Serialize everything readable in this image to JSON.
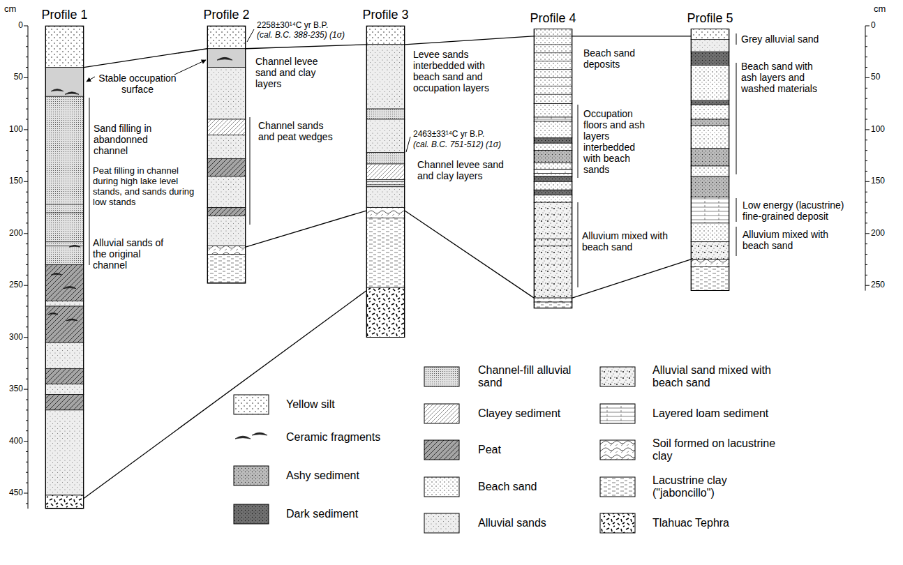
{
  "diagram": {
    "nodes": [
      {
        "text": [
          "Profile 1"
        ]
      },
      {
        "text": [
          "Profile 2"
        ]
      },
      {
        "text": [
          "Profile 3"
        ]
      },
      {
        "text": [
          "Profile 4"
        ]
      },
      {
        "text": [
          "Profile 5"
        ]
      }
    ],
    "edges": [
      {
        "from": 0,
        "to": 1,
        "arrow": "none"
      },
      {
        "from": 1,
        "to": 2,
        "arrow": "none"
      },
      {
        "from": 2,
        "to": 3,
        "arrow": "none"
      },
      {
        "from": 3,
        "to": 4,
        "arrow": "none"
      },
      {
        "from": 0,
        "to": 2,
        "arrow": "none"
      },
      {
        "from": 1,
        "to": 2,
        "arrow": "none"
      },
      {
        "from": 2,
        "to": 3,
        "arrow": "none"
      },
      {
        "from": 3,
        "to": 4,
        "arrow": "none"
      }
    ],
    "labels": [
      "cm",
      "0",
      "50",
      "100",
      "150",
      "200",
      "250",
      "300",
      "350",
      "400",
      "450",
      "cm",
      "0",
      "50",
      "100",
      "150",
      "200",
      "250",
      "Stable occupation surface",
      "Sand filling in abandonned channel",
      "Peat filling in channel during high lake level stands, and sands during low stands",
      "Alluvial sands of the original channel",
      "2258±30¹⁴C yr B.P.",
      "(cal. B.C. 388-235) (1σ)",
      "Channel levee sand and clay layers",
      "Channel sands and peat wedges",
      "Levee sands interbedded with beach sand and occupation layers",
      "2463±33¹⁴C yr B.P.",
      "(cal. B.C. 751-512) (1σ)",
      "Channel levee sand and clay layers",
      "Beach sand deposits",
      "Occupation floors and ash layers interbedded with beach sands",
      "Alluvium mixed with beach sand",
      "Grey alluvial sand",
      "Beach sand with ash layers and washed materials",
      "Low energy (lacustrine) fine-grained deposit",
      "Alluvium mixed with beach sand"
    ],
    "legend": [
      {
        "text": "Yellow silt"
      },
      {
        "text": "Ceramic fragments"
      },
      {
        "text": "Ashy sediment"
      },
      {
        "text": "Dark sediment"
      },
      {
        "text": "Channel-fill alluvial sand"
      },
      {
        "text": "Clayey sediment"
      },
      {
        "text": "Peat"
      },
      {
        "text": "Beach sand"
      },
      {
        "text": "Alluvial sands"
      },
      {
        "text": "Alluvial sand mixed with beach sand"
      },
      {
        "text": "Layered loam sediment"
      },
      {
        "text": "Soil formed on lacustrine clay"
      },
      {
        "text": "Lacustrine clay (\"jaboncillo\")"
      },
      {
        "text": "Tlahuac Tephra"
      }
    ]
  }
}
